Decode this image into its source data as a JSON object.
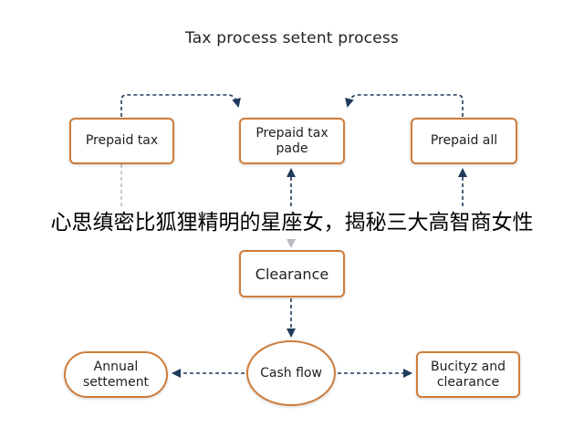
{
  "diagram": {
    "title": "Tax process setent process",
    "nodes": {
      "prepaid_tax": "Prepaid tax",
      "prepaid_tax_pade": "Prepaid tax pade",
      "prepaid_all": "Prepaid all",
      "clearance": "Clearance",
      "cash_flow": "Cash flow",
      "annual_settement": "Annual settement",
      "bucity_clearance": "Bucityz and clearance"
    },
    "colors": {
      "box_border": "#cf7c3a",
      "arrow": "#1f3a5c",
      "faded_connector": "#bdbdbd"
    }
  },
  "overlay": {
    "banner_text": "心思缜密比狐狸精明的星座女，揭秘三大高智商女性"
  }
}
